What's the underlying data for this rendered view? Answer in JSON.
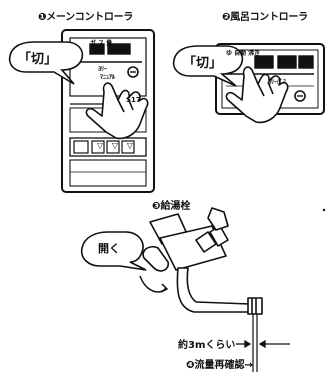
{
  "main_controller": {
    "label": "❶メーンコントローラ",
    "bubble": "「切」",
    "panel_text_1": "ガ ス  量",
    "panel_text_2": "ﾖﾘｰ",
    "panel_text_3": "ﾏﾆｭｱﾙ",
    "panel_value": "S17",
    "buttons": [
      "▽",
      "▽",
      "▽"
    ]
  },
  "bath_controller": {
    "label": "❷風呂コントローラ",
    "bubble": "「切」",
    "panel_text_1": "ゆ   自動 沸き",
    "panel_text_2": "ﾖﾘｰﾊﾞｽ"
  },
  "faucet": {
    "label": "❸給湯栓",
    "bubble": "開く",
    "distance_label": "約3mくらい",
    "flow_check_label": "❹流量再確認→"
  }
}
